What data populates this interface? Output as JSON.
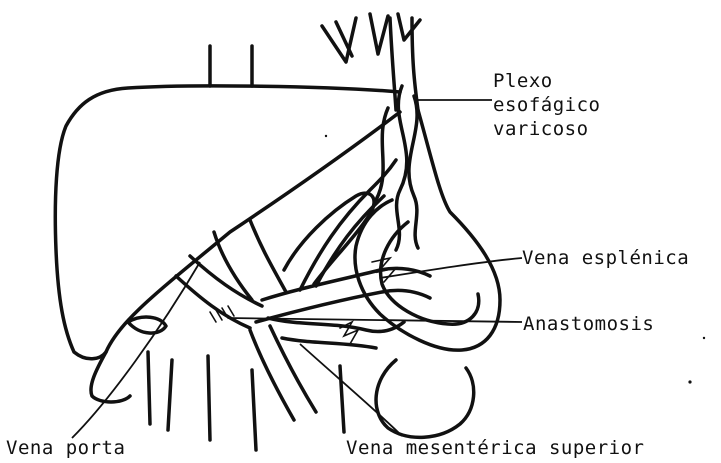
{
  "labels": {
    "plexo_line1": "Plexo",
    "plexo_line2": "esofágico",
    "plexo_line3": "varicoso",
    "vena_esplenica": "Vena esplénica",
    "anastomosis": "Anastomosis",
    "vena_porta": "Vena porta",
    "vena_mesenterica": "Vena mesentérica superior"
  },
  "colors": {
    "ink": "#111111",
    "background": "#ffffff"
  }
}
